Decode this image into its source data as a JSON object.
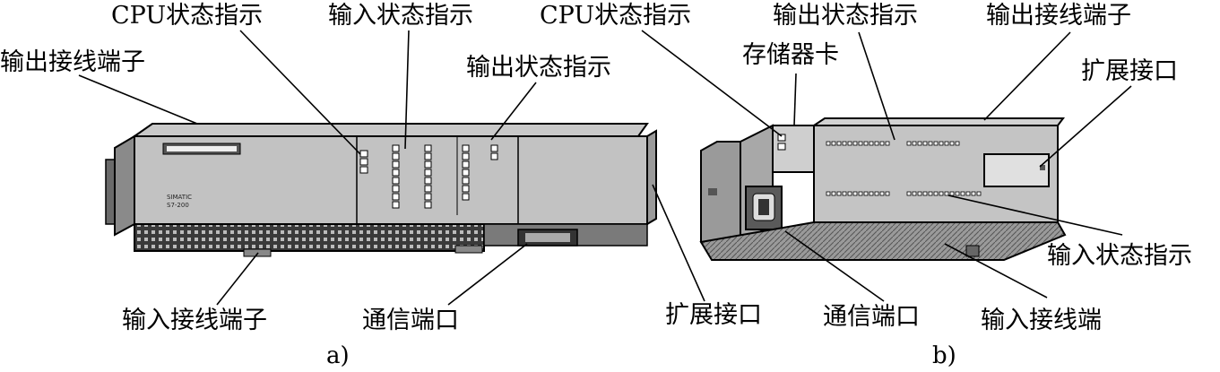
{
  "figure_a": {
    "caption": "a)",
    "labels": {
      "cpu_status": "CPU状态指示",
      "input_status": "输入状态指示",
      "output_terminals": "输出接线端子",
      "output_status": "输出状态指示",
      "input_terminals": "输入接线端子",
      "comm_port": "通信端口",
      "expansion_port": "扩展接口"
    },
    "device_text": {
      "brand": "SIMATIC",
      "model": "S7-200"
    }
  },
  "figure_b": {
    "caption": "b)",
    "labels": {
      "cpu_status": "CPU状态指示",
      "memory_card": "存储器卡",
      "output_status": "输出状态指示",
      "output_terminals": "输出接线端子",
      "expansion_port": "扩展接口",
      "input_status": "输入状态指示",
      "comm_port": "通信端口",
      "input_terminals": "输入接线端"
    }
  },
  "colors": {
    "line": "#000000",
    "body_fill": "#bdbdbd",
    "body_dark": "#8a8a8a",
    "body_light": "#d9d9d9",
    "terminal_dark": "#2a2a2a"
  }
}
